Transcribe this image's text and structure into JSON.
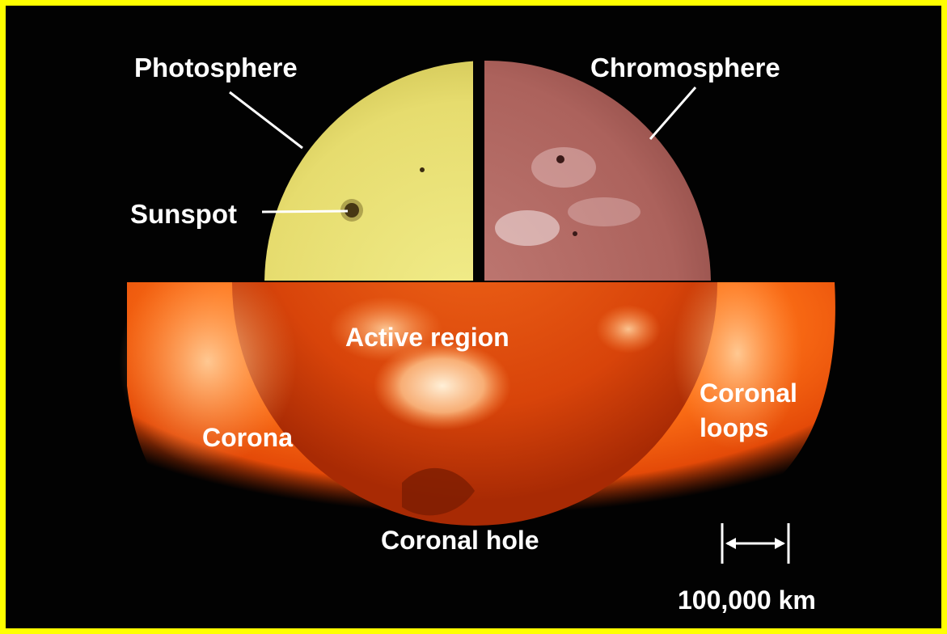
{
  "labels": {
    "photosphere": "Photosphere",
    "chromosphere": "Chromosphere",
    "sunspot": "Sunspot",
    "active_region": "Active region",
    "corona": "Corona",
    "coronal_loops": "Coronal loops",
    "coronal_hole": "Coronal hole",
    "scale": "100,000 km"
  },
  "colors": {
    "frame_border": "#ffff00",
    "background": "#020202",
    "photosphere": "#e9e27a",
    "chromosphere": "#b46a64",
    "corona": "#ff7a1a",
    "text": "#ffffff"
  },
  "icons": {
    "scale_bar": "double-arrow-icon"
  }
}
